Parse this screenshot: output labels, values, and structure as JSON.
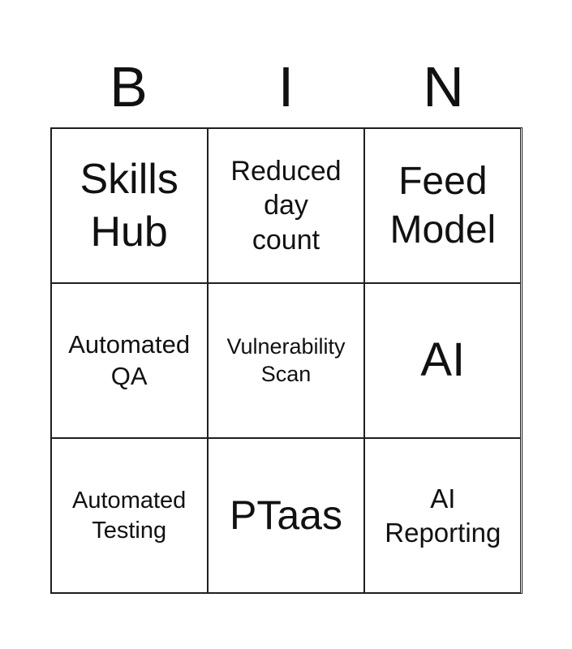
{
  "header": {
    "letters": [
      "B",
      "I",
      "N"
    ]
  },
  "cells": [
    {
      "label": "Skills Hub"
    },
    {
      "label": "Reduced day count"
    },
    {
      "label": "Feed Model"
    },
    {
      "label": "Automated QA"
    },
    {
      "label": "Vulnerability Scan"
    },
    {
      "label": "AI"
    },
    {
      "label": "Automated Testing"
    },
    {
      "label": "PTaas"
    },
    {
      "label": "AI Reporting"
    }
  ]
}
